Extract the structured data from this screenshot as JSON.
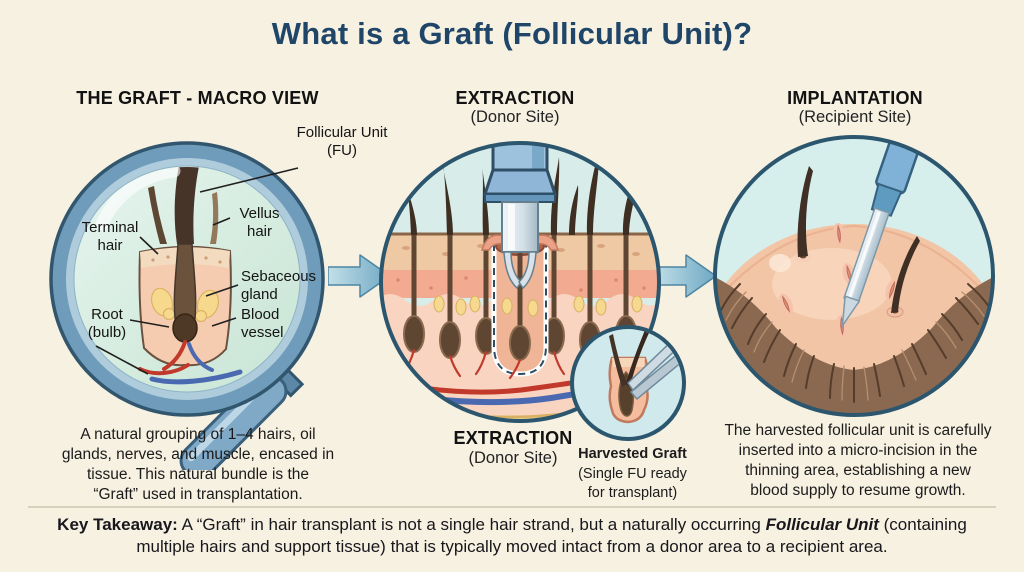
{
  "title": "What is a Graft (Follicular Unit)?",
  "colors": {
    "background": "#f7f1e2",
    "title_navy": "#1f4568",
    "heading_black": "#121212",
    "circle_rim": "#2b566e",
    "arrow_blue": "#7fb0cb",
    "skin_pink": "#f2c5a6",
    "divider": "#d9d1bf"
  },
  "illustrations": {
    "macro": "magnifying-glass-over-follicular-unit",
    "extraction": "punch-tool-extracting-follicle-from-skin-cross-section",
    "harvested_graft": "tweezers-holding-single-graft",
    "implantation": "implanter-pen-inserting-graft-into-thinning-scalp",
    "flow_arrow": "arrow-right"
  },
  "macro": {
    "heading": "THE GRAFT - MACRO VIEW",
    "fu_label": "Follicular Unit\n(FU)",
    "labels": {
      "terminal_hair": "Terminal\nhair",
      "vellus_hair": "Vellus\nhair",
      "sebaceous_gland": "Sebaceous\ngland",
      "root_bulb": "Root\n(bulb)",
      "blood_vessel": "Blood\nvessel"
    },
    "caption": "A natural grouping of 1–4 hairs, oil\nglands, nerves, and muscle, encased in\ntissue. This natural bundle is the\n“Graft” used in transplantation."
  },
  "extraction": {
    "heading": "EXTRACTION",
    "subheading": "(Donor Site)",
    "bottom_heading": "EXTRACTION",
    "bottom_subheading": "(Donor Site)",
    "inset_label_bold": "Harvested Graft",
    "inset_label_rest": "(Single FU ready\nfor transplant)"
  },
  "implantation": {
    "heading": "IMPLANTATION",
    "subheading": "(Recipient Site)",
    "caption": "The harvested follicular unit is carefully\ninserted into a micro-incision in the\nthinning area, establishing a new\nblood supply to resume growth."
  },
  "takeaway": {
    "label": "Key Takeaway:",
    "part1": " A “Graft” in hair transplant is not a single hair strand, but a naturally occurring ",
    "highlight": "Follicular Unit",
    "part2": " (containing multiple hairs and support tissue) that is typically moved intact from a donor area to a recipient area."
  }
}
